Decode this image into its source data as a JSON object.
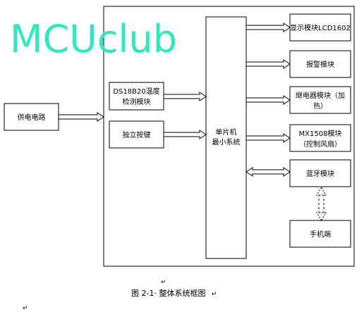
{
  "watermark": "MCUclub",
  "colors": {
    "watermark": "#30e8c0",
    "stroke": "#000000",
    "background": "#ffffff"
  },
  "blocks": {
    "power": "供电电路",
    "sensor_line1": "DS18B20温度",
    "sensor_line2": "检测模块",
    "button": "独立按键",
    "mcu_line1": "单片机",
    "mcu_line2": "最小系统",
    "lcd": "显示模块LCD1602",
    "alarm": "报警模块",
    "relay_line1": "继电器模块（加",
    "relay_line2": "热）",
    "fan_line1": "MX1508模块",
    "fan_line2": "（控制风扇）",
    "bluetooth": "蓝牙模块",
    "phone": "手机端"
  },
  "caption": "图 2-1· 整体系统框图",
  "paragraph_marks": {
    "above_caption": "↵",
    "after_caption": "↵",
    "bottom": "↵"
  }
}
